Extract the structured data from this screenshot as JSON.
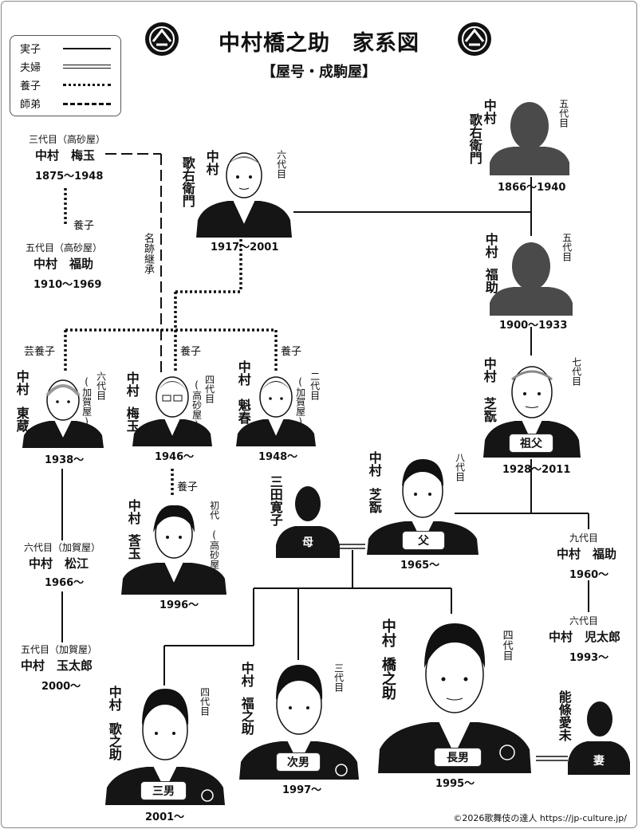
{
  "title": "中村橋之助　家系図",
  "subtitle": "【屋号・成駒屋】",
  "legend": {
    "biological": "実子",
    "married": "夫婦",
    "adopted": "養子",
    "apprentice": "師弟"
  },
  "people": {
    "utaemon5": {
      "family": "中村",
      "given": "歌右衛門",
      "gen": "五代目",
      "years": "1866〜1940"
    },
    "utaemon6": {
      "family": "中村",
      "given": "歌右衛門",
      "gen": "六代目",
      "years": "1917〜2001"
    },
    "fukusuke5": {
      "family": "中村",
      "given": "福助",
      "gen": "五代目",
      "years": "1900〜1933"
    },
    "shikan7": {
      "family": "中村",
      "given": "芝翫",
      "gen": "七代目",
      "years": "1928〜2011",
      "role": "祖父"
    },
    "shikan8": {
      "family": "中村",
      "given": "芝翫",
      "gen": "八代目",
      "years": "1965〜",
      "role": "父"
    },
    "mother": {
      "name": "三田寛子",
      "role": "母"
    },
    "baigyoku3": {
      "gen": "三代目（高砂屋）",
      "name": "中村　梅玉",
      "years": "1875〜1948"
    },
    "fukusuke5t": {
      "gen": "五代目（高砂屋）",
      "name": "中村　福助",
      "years": "1910〜1969"
    },
    "tozo": {
      "family": "中村",
      "given": "東蔵",
      "gen": "六代目",
      "yago": "(加賀屋)",
      "years": "1938〜"
    },
    "baigyoku4": {
      "family": "中村",
      "given": "梅玉",
      "gen": "四代目",
      "yago": "(高砂屋)",
      "years": "1946〜"
    },
    "kaishun": {
      "family": "中村",
      "given": "魁春",
      "gen": "二代目",
      "yago": "(加賀屋)",
      "years": "1948〜"
    },
    "kaishi": {
      "family": "中村",
      "given": "莟玉",
      "gen": "初代",
      "yago": "(高砂屋)",
      "years": "1996〜"
    },
    "shoko": {
      "gen": "六代目（加賀屋）",
      "name": "中村　松江",
      "years": "1966〜"
    },
    "tamataro": {
      "gen": "五代目（加賀屋）",
      "name": "中村　玉太郎",
      "years": "2000〜"
    },
    "fukusuke9": {
      "gen": "九代目",
      "name": "中村　福助",
      "years": "1960〜"
    },
    "kotaro": {
      "gen": "六代目",
      "name": "中村　児太郎",
      "years": "1993〜"
    },
    "hashinosuke": {
      "family": "中村",
      "given": "橋之助",
      "gen": "四代目",
      "years": "1995〜",
      "role": "長男"
    },
    "fukunosuke": {
      "family": "中村",
      "given": "福之助",
      "gen": "三代目",
      "years": "1997〜",
      "role": "次男"
    },
    "utanosuke": {
      "family": "中村",
      "given": "歌之助",
      "gen": "四代目",
      "years": "2001〜",
      "role": "三男"
    },
    "wife": {
      "name": "能條愛未",
      "role": "妻"
    }
  },
  "relations": {
    "adopted": "養子",
    "art_adopted": "芸養子",
    "name_succession": "名跡継承"
  },
  "footer": "©2026歌舞伎の達人 https://jp-culture.jp/",
  "colors": {
    "line": "#111111",
    "silhouette": "#4a4a4a",
    "portrait_dark": "#151515"
  }
}
